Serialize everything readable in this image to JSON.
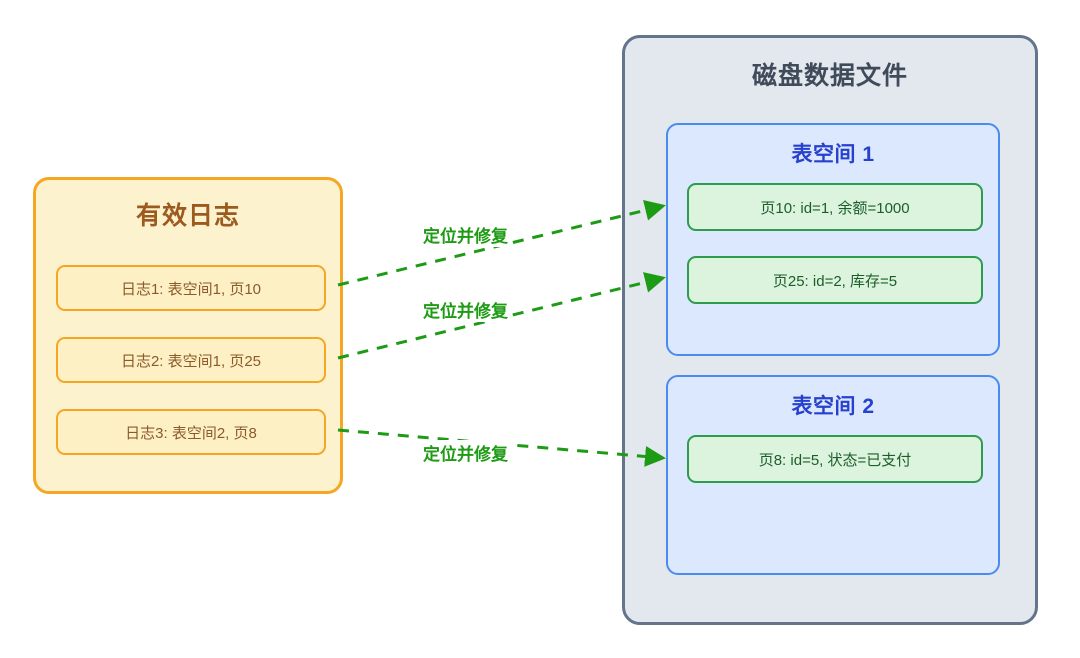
{
  "log_panel": {
    "title": "有效日志",
    "items": [
      {
        "label": "日志1: 表空间1, 页10"
      },
      {
        "label": "日志2: 表空间1, 页25"
      },
      {
        "label": "日志3: 表空间2, 页8"
      }
    ]
  },
  "disk_panel": {
    "title": "磁盘数据文件",
    "tablespaces": [
      {
        "title": "表空间 1",
        "pages": [
          {
            "label": "页10: id=1, 余额=1000"
          },
          {
            "label": "页25: id=2, 库存=5"
          }
        ]
      },
      {
        "title": "表空间 2",
        "pages": [
          {
            "label": "页8: id=5, 状态=已支付"
          }
        ]
      }
    ]
  },
  "edges": [
    {
      "label": "定位并修复",
      "from": "日志1: 表空间1, 页10",
      "to": "页10: id=1, 余额=1000"
    },
    {
      "label": "定位并修复",
      "from": "日志2: 表空间1, 页25",
      "to": "页25: id=2, 库存=5"
    },
    {
      "label": "定位并修复",
      "from": "日志3: 表空间2, 页8",
      "to": "页8: id=5, 状态=已支付"
    }
  ],
  "colors": {
    "log_border": "#F5A623",
    "log_fill": "#FDF2CE",
    "log_item_fill": "#FDF0C4",
    "log_title_text": "#9C5A1E",
    "disk_border": "#64748B",
    "disk_fill": "#E3E8EF",
    "disk_title_text": "#3F4A5A",
    "tablespace_border": "#4A8BF0",
    "tablespace_fill": "#DCE8FD",
    "tablespace_title_text": "#2741CE",
    "page_border": "#2E9B4F",
    "page_fill": "#DCF3DD",
    "page_text": "#1C5E2B",
    "arrow": "#1E9B14",
    "background": "#FFFFFF"
  }
}
